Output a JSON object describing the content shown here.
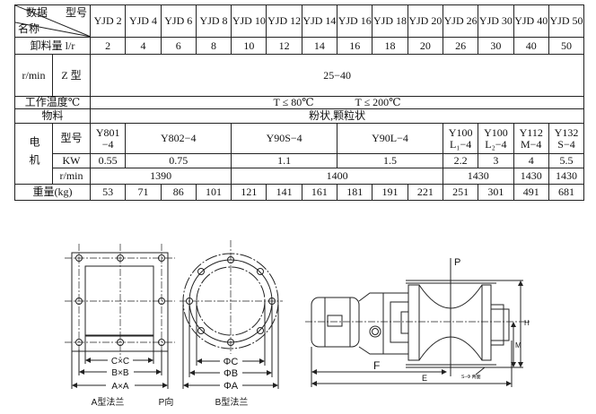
{
  "table": {
    "corner": {
      "top_right": "型号",
      "top_left": "数据",
      "bottom_left": "名称"
    },
    "models": [
      "YJD 2",
      "YJD 4",
      "YJD 6",
      "YJD 8",
      "YJD 10",
      "YJD 12",
      "YJD 14",
      "YJD 16",
      "YJD 18",
      "YJD 20",
      "YJD 26",
      "YJD 30",
      "YJD 40",
      "YJD 50"
    ],
    "discharge_label": "卸料量 l/r",
    "discharge": [
      "2",
      "4",
      "6",
      "8",
      "10",
      "12",
      "14",
      "16",
      "18",
      "20",
      "26",
      "30",
      "40",
      "50"
    ],
    "speed_label": "r/min",
    "z_type_label": "Z 型",
    "z_type_speed": "25−40",
    "temp_label": "工作温度℃",
    "temp_values": [
      "T ≤ 80℃",
      "T ≤ 200℃"
    ],
    "material_label": "物料",
    "material_value": "粉状,颗粒状",
    "motor_label": "电机",
    "motor_model_label": "型号",
    "motor_models": [
      "Y801 −4",
      "Y802−4",
      "Y90S−4",
      "Y90L−4",
      "Y100 L₁−4",
      "Y100 L₂−4",
      "Y112 M−4",
      "Y132 S−4"
    ],
    "kw_label": "KW",
    "kw_values": [
      "0.55",
      "0.75",
      "1.1",
      "1.5",
      "2.2",
      "3",
      "4",
      "5.5"
    ],
    "motor_speed_label": "r/min",
    "motor_speeds": [
      "1390",
      "1400",
      "1430",
      "1430",
      "1430"
    ],
    "weight_label": "重量(kg)",
    "weights": [
      "53",
      "71",
      "86",
      "101",
      "121",
      "141",
      "161",
      "181",
      "191",
      "221",
      "251",
      "301",
      "491",
      "681"
    ]
  },
  "drawing": {
    "a_flange": {
      "dims": [
        "C×C",
        "B×B",
        "A×A"
      ],
      "caption": "A型法兰"
    },
    "p_view": "P向",
    "b_flange": {
      "dims": [
        "ΦC",
        "ΦB",
        "ΦA"
      ],
      "caption": "B型法兰"
    },
    "side": {
      "p": "P",
      "f": "F",
      "e": "E",
      "h": "H",
      "m": "M",
      "note": "S−Φ 两面"
    }
  }
}
